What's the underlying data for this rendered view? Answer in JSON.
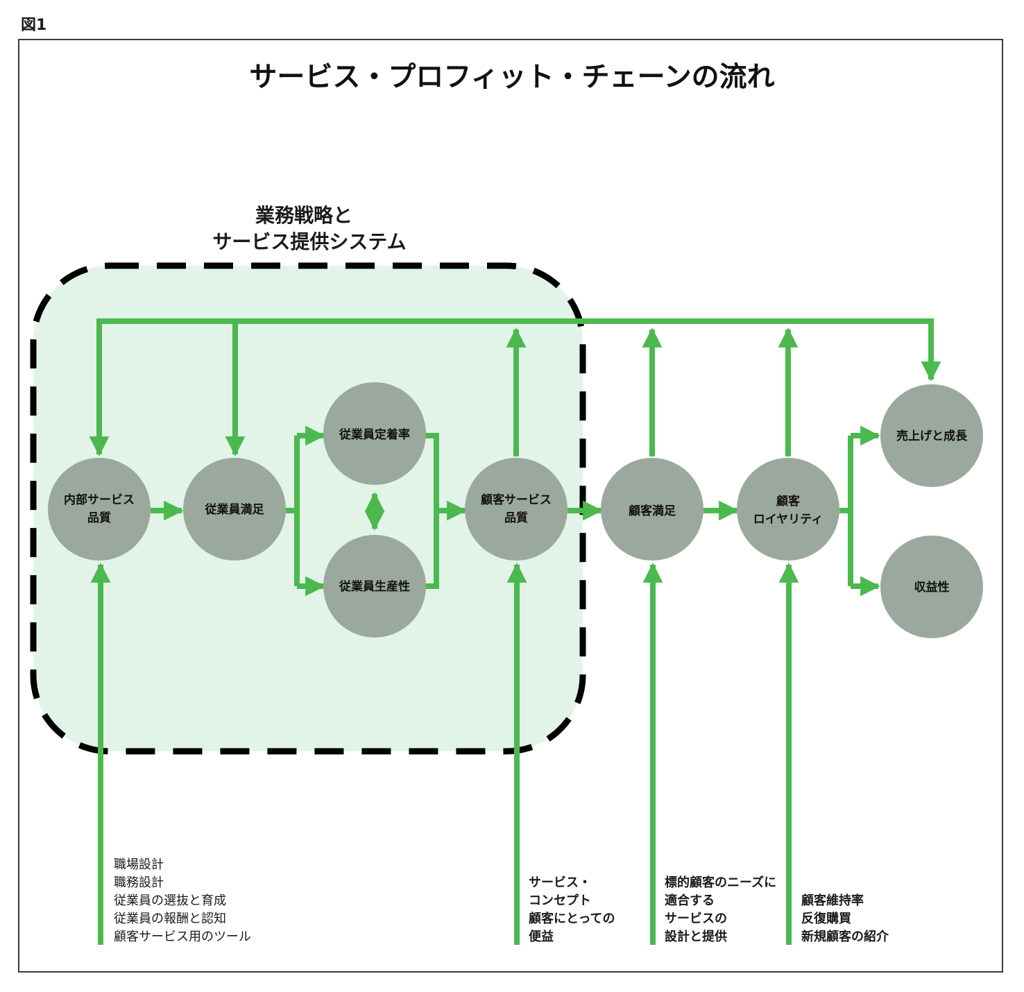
{
  "figure_label": "図1",
  "title": "サービス・プロフィット・チェーンの流れ",
  "group": {
    "label_lines": [
      "業務戦略と",
      "サービス提供システム"
    ]
  },
  "colors": {
    "arrow": "#4cb94f",
    "node": "#9aa89d",
    "group_fill": "#e2f4e8",
    "group_border": "#000000",
    "frame": "#3a3a3a"
  },
  "nodes": [
    {
      "id": "internal-service-quality",
      "lines": [
        "内部サービス",
        "品質"
      ]
    },
    {
      "id": "employee-satisfaction",
      "lines": [
        "従業員満足"
      ]
    },
    {
      "id": "employee-retention",
      "lines": [
        "従業員定着率"
      ]
    },
    {
      "id": "employee-productivity",
      "lines": [
        "従業員生産性"
      ]
    },
    {
      "id": "external-service-value",
      "lines": [
        "顧客サービス",
        "品質"
      ]
    },
    {
      "id": "customer-satisfaction",
      "lines": [
        "顧客満足"
      ]
    },
    {
      "id": "customer-loyalty",
      "lines": [
        "顧客",
        "ロイヤリティ"
      ]
    },
    {
      "id": "revenue-growth",
      "lines": [
        "売上げと成長"
      ]
    },
    {
      "id": "profitability",
      "lines": [
        "収益性"
      ]
    }
  ],
  "inputs": [
    {
      "id": "internal-service-inputs",
      "lines": [
        "職場設計",
        "職務設計",
        "従業員の選抜と育成",
        "従業員の報酬と認知",
        "顧客サービス用のツール"
      ]
    },
    {
      "id": "service-concept-inputs",
      "lines": [
        "サービス・",
        "コンセプト",
        "顧客にとっての",
        "便益"
      ]
    },
    {
      "id": "service-design-inputs",
      "lines": [
        "標的顧客のニーズに",
        "適合する",
        "サービスの",
        "設計と提供"
      ]
    },
    {
      "id": "loyalty-inputs",
      "lines": [
        "顧客維持率",
        "反復購買",
        "新規顧客の紹介"
      ]
    }
  ]
}
